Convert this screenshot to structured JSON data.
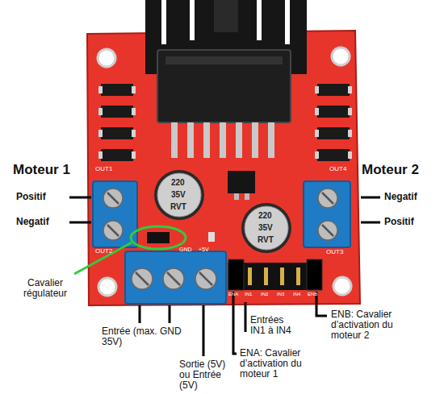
{
  "diagram": {
    "labels": [
      "Moteur 1",
      "Positif",
      "Negatif",
      "Moteur 2",
      "Negatif",
      "Positif",
      "Cavalier régulateur",
      "Entrée (max. 35V)",
      "GND",
      "Sortie (5V) ou Entrée (5V)",
      "Entrées IN1 à IN4",
      "ENB: Cavalier d’activation du moteur 2",
      "ENA: Cavalier d’activation du moteur 1",
      "OUT1",
      "OUT2",
      "OUT4",
      "OUT3",
      "ENA",
      "IN1",
      "IN2",
      "IN3",
      "IN4",
      "ENB",
      "220",
      "35V",
      "RVT",
      "220",
      "35V",
      "RVT",
      "GND",
      "+5V"
    ]
  }
}
